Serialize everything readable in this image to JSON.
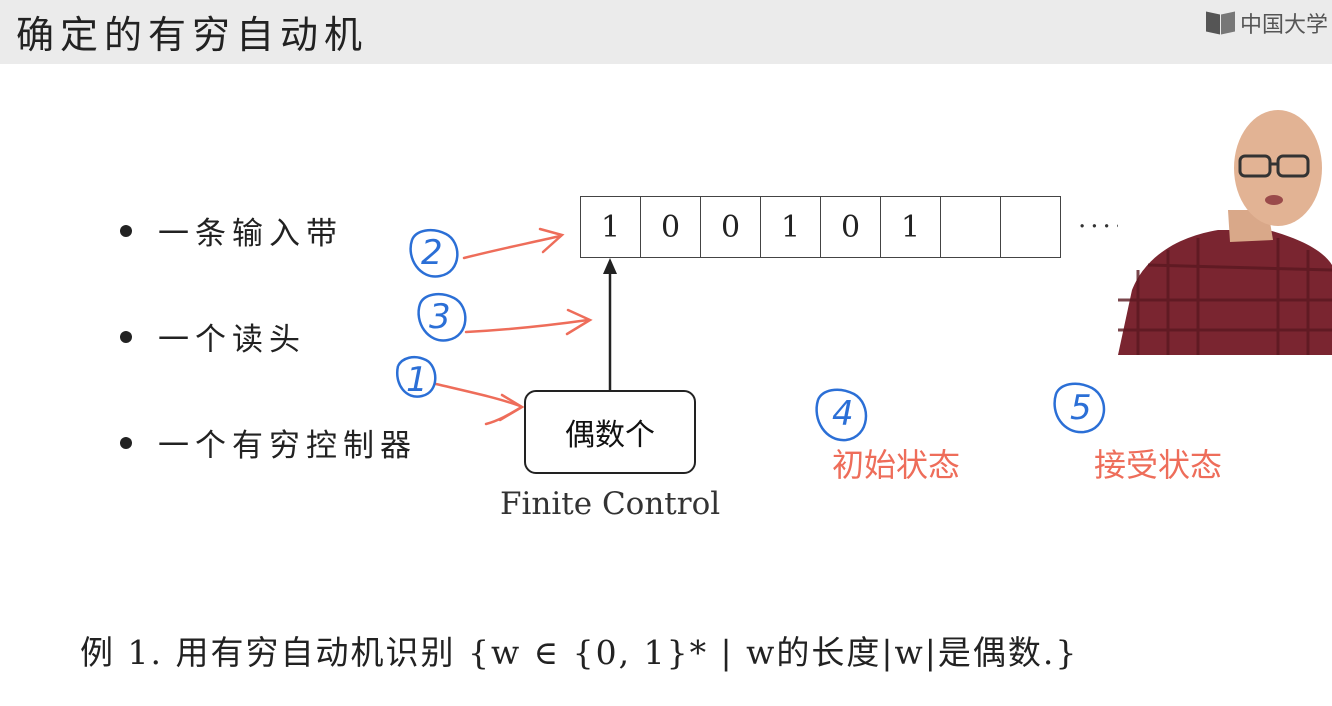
{
  "header": {
    "title": "确定的有穷自动机",
    "logo_text": "中国大学"
  },
  "bullets": [
    "一条输入带",
    "一个读头",
    "一个有穷控制器"
  ],
  "tape": {
    "cells": [
      "1",
      "0",
      "0",
      "1",
      "0",
      "1",
      "",
      ""
    ],
    "ellipsis": "......"
  },
  "finite_control": {
    "box_text": "偶数个",
    "label": "Finite Control"
  },
  "annotations": {
    "numbers": [
      "2",
      "3",
      "1",
      "4",
      "5"
    ],
    "initial_state": "初始状态",
    "accept_state": "接受状态",
    "annotation_color": "#2b6fd6",
    "arrow_color": "#ee6d5a"
  },
  "example": {
    "text": "例 1. 用有穷自动机识别 {w ∈ {0, 1}* | w的长度|w|是偶数.}"
  }
}
